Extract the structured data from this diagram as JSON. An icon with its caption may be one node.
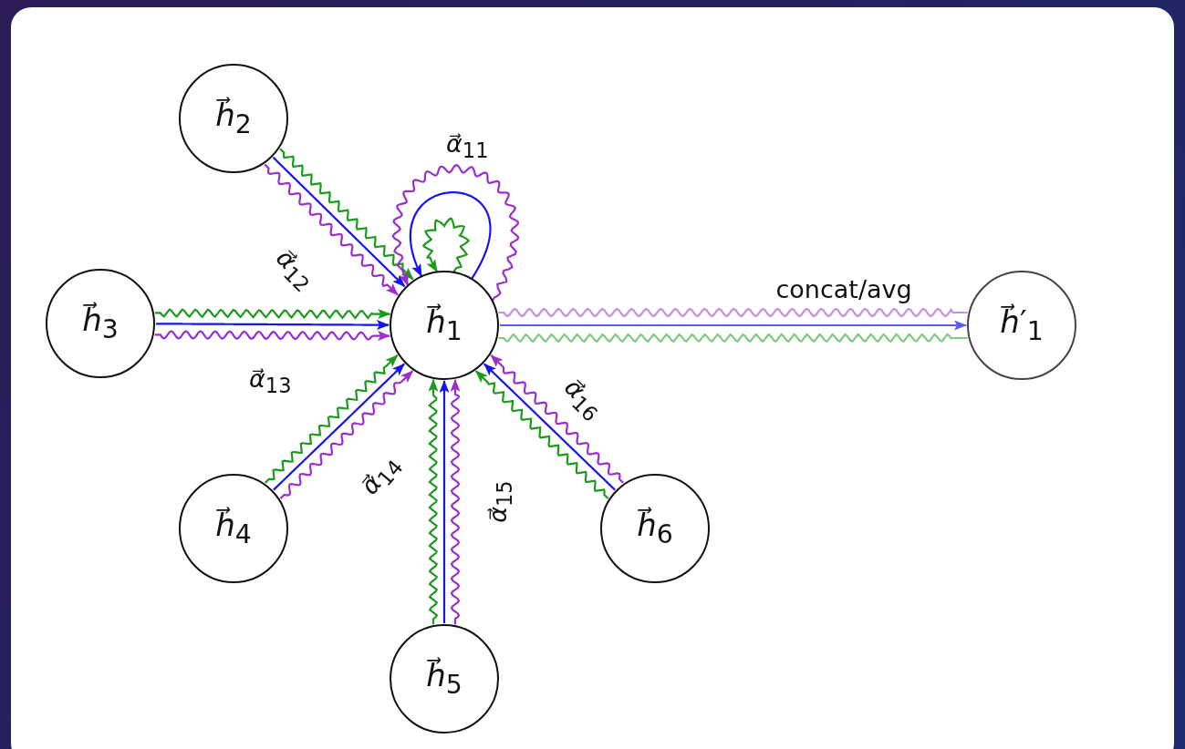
{
  "diagram": {
    "nodes": [
      {
        "text": [
          "*h⃗*$_{1}$"
        ]
      },
      {
        "text": [
          "*h⃗*$_{2}$"
        ]
      },
      {
        "text": [
          "*h⃗*$_{3}$"
        ]
      },
      {
        "text": [
          "*h⃗*$_{4}$"
        ]
      },
      {
        "text": [
          "*h⃗*$_{5}$"
        ]
      },
      {
        "text": [
          "*h⃗*$_{6}$"
        ]
      },
      {
        "text": [
          "*h⃗*′$_{1}$"
        ]
      }
    ],
    "edges": [
      {
        "from": 1,
        "to": 0,
        "arrow": "to",
        "color": "#1c9a1c"
      },
      {
        "from": 1,
        "to": 0,
        "arrow": "to",
        "color": "#1414f0"
      },
      {
        "from": 1,
        "to": 0,
        "arrow": "to",
        "color": "#9a2fd0",
        "label": "*α⃗*$_{12}$"
      },
      {
        "from": 2,
        "to": 0,
        "arrow": "to",
        "color": "#1c9a1c"
      },
      {
        "from": 2,
        "to": 0,
        "arrow": "to",
        "color": "#1414f0"
      },
      {
        "from": 2,
        "to": 0,
        "arrow": "to",
        "color": "#9a2fd0",
        "label": "*α⃗*$_{13}$"
      },
      {
        "from": 3,
        "to": 0,
        "arrow": "to",
        "color": "#1c9a1c"
      },
      {
        "from": 3,
        "to": 0,
        "arrow": "to",
        "color": "#1414f0"
      },
      {
        "from": 3,
        "to": 0,
        "arrow": "to",
        "color": "#9a2fd0",
        "label": "*α⃗*$_{14}$"
      },
      {
        "from": 4,
        "to": 0,
        "arrow": "to",
        "color": "#1c9a1c"
      },
      {
        "from": 4,
        "to": 0,
        "arrow": "to",
        "color": "#1414f0"
      },
      {
        "from": 4,
        "to": 0,
        "arrow": "to",
        "color": "#9a2fd0",
        "label": "*α⃗*$_{15}$"
      },
      {
        "from": 5,
        "to": 0,
        "arrow": "to",
        "color": "#1c9a1c"
      },
      {
        "from": 5,
        "to": 0,
        "arrow": "to",
        "color": "#1414f0"
      },
      {
        "from": 5,
        "to": 0,
        "arrow": "to",
        "color": "#9a2fd0",
        "label": "*α⃗*$_{16}$"
      },
      {
        "from": 0,
        "to": 0,
        "arrow": "to",
        "color": "#1c9a1c"
      },
      {
        "from": 0,
        "to": 0,
        "arrow": "to",
        "color": "#1414f0"
      },
      {
        "from": 0,
        "to": 0,
        "arrow": "to",
        "color": "#9a2fd0",
        "label": "*α⃗*$_{11}$"
      },
      {
        "from": 0,
        "to": 6,
        "arrow": "none",
        "color": "#1c9a1c"
      },
      {
        "from": 0,
        "to": 6,
        "arrow": "to",
        "color": "#1414f0",
        "label": "concat/avg"
      },
      {
        "from": 0,
        "to": 6,
        "arrow": "none",
        "color": "#9a2fd0"
      }
    ]
  }
}
